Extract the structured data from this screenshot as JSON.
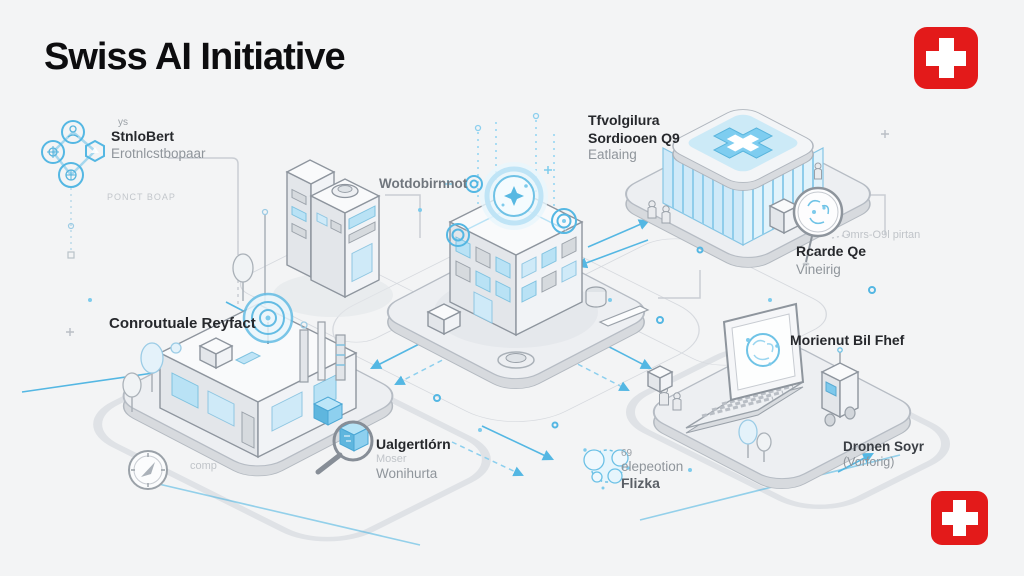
{
  "title": "Swiss AI Initiative",
  "theme": {
    "flag_red": "#e31a1a",
    "accent_blue": "#54b7e3"
  },
  "icons": {
    "top_right_flag": "swiss-flag-icon",
    "bottom_right_flag": "swiss-flag-icon",
    "molecule": "molecule-network-icon",
    "hospital_roof": "swiss-cross-emblem",
    "map_pin": "map-pin-brain-icon",
    "hub_emblem": "ai-glow-emblem",
    "radar": "radar-dish-icon",
    "compass": "compass-icon",
    "magnifier": "magnifier-cube-icon",
    "cloud": "brain-cloud-icon",
    "laptop": "laptop-brain-icon",
    "robot": "robot-icon"
  },
  "clusters": {
    "molecule": {
      "tag": "ys",
      "title": "StnloBert",
      "subtitle": "Erotnlcstbopaar",
      "caption": "PONCT BOAP"
    },
    "factory": {
      "label": "Wotdobirnnot"
    },
    "hospital": {
      "line1": "Tfvolgilura",
      "line2": "Sordiooen Q9",
      "line3": "Eatlaing"
    },
    "records": {
      "caption": "Omrs-O9l pirtan",
      "title": "Rcarde Qe",
      "subtitle": "Vineirig"
    },
    "commune": {
      "title": "Conroutuale Reyfact",
      "caption": "comp"
    },
    "search": {
      "title": "Ualgertlórn",
      "caption": "Moser",
      "subtitle": "Wonihurta"
    },
    "cloud": {
      "tag": "69",
      "subtitle": "elepeotion",
      "title": "Flizka"
    },
    "laptop": {
      "title": "Morienut Bil Fhef"
    },
    "drone": {
      "title": "Dronen Soyr",
      "subtitle": "(Vorforig)"
    }
  }
}
